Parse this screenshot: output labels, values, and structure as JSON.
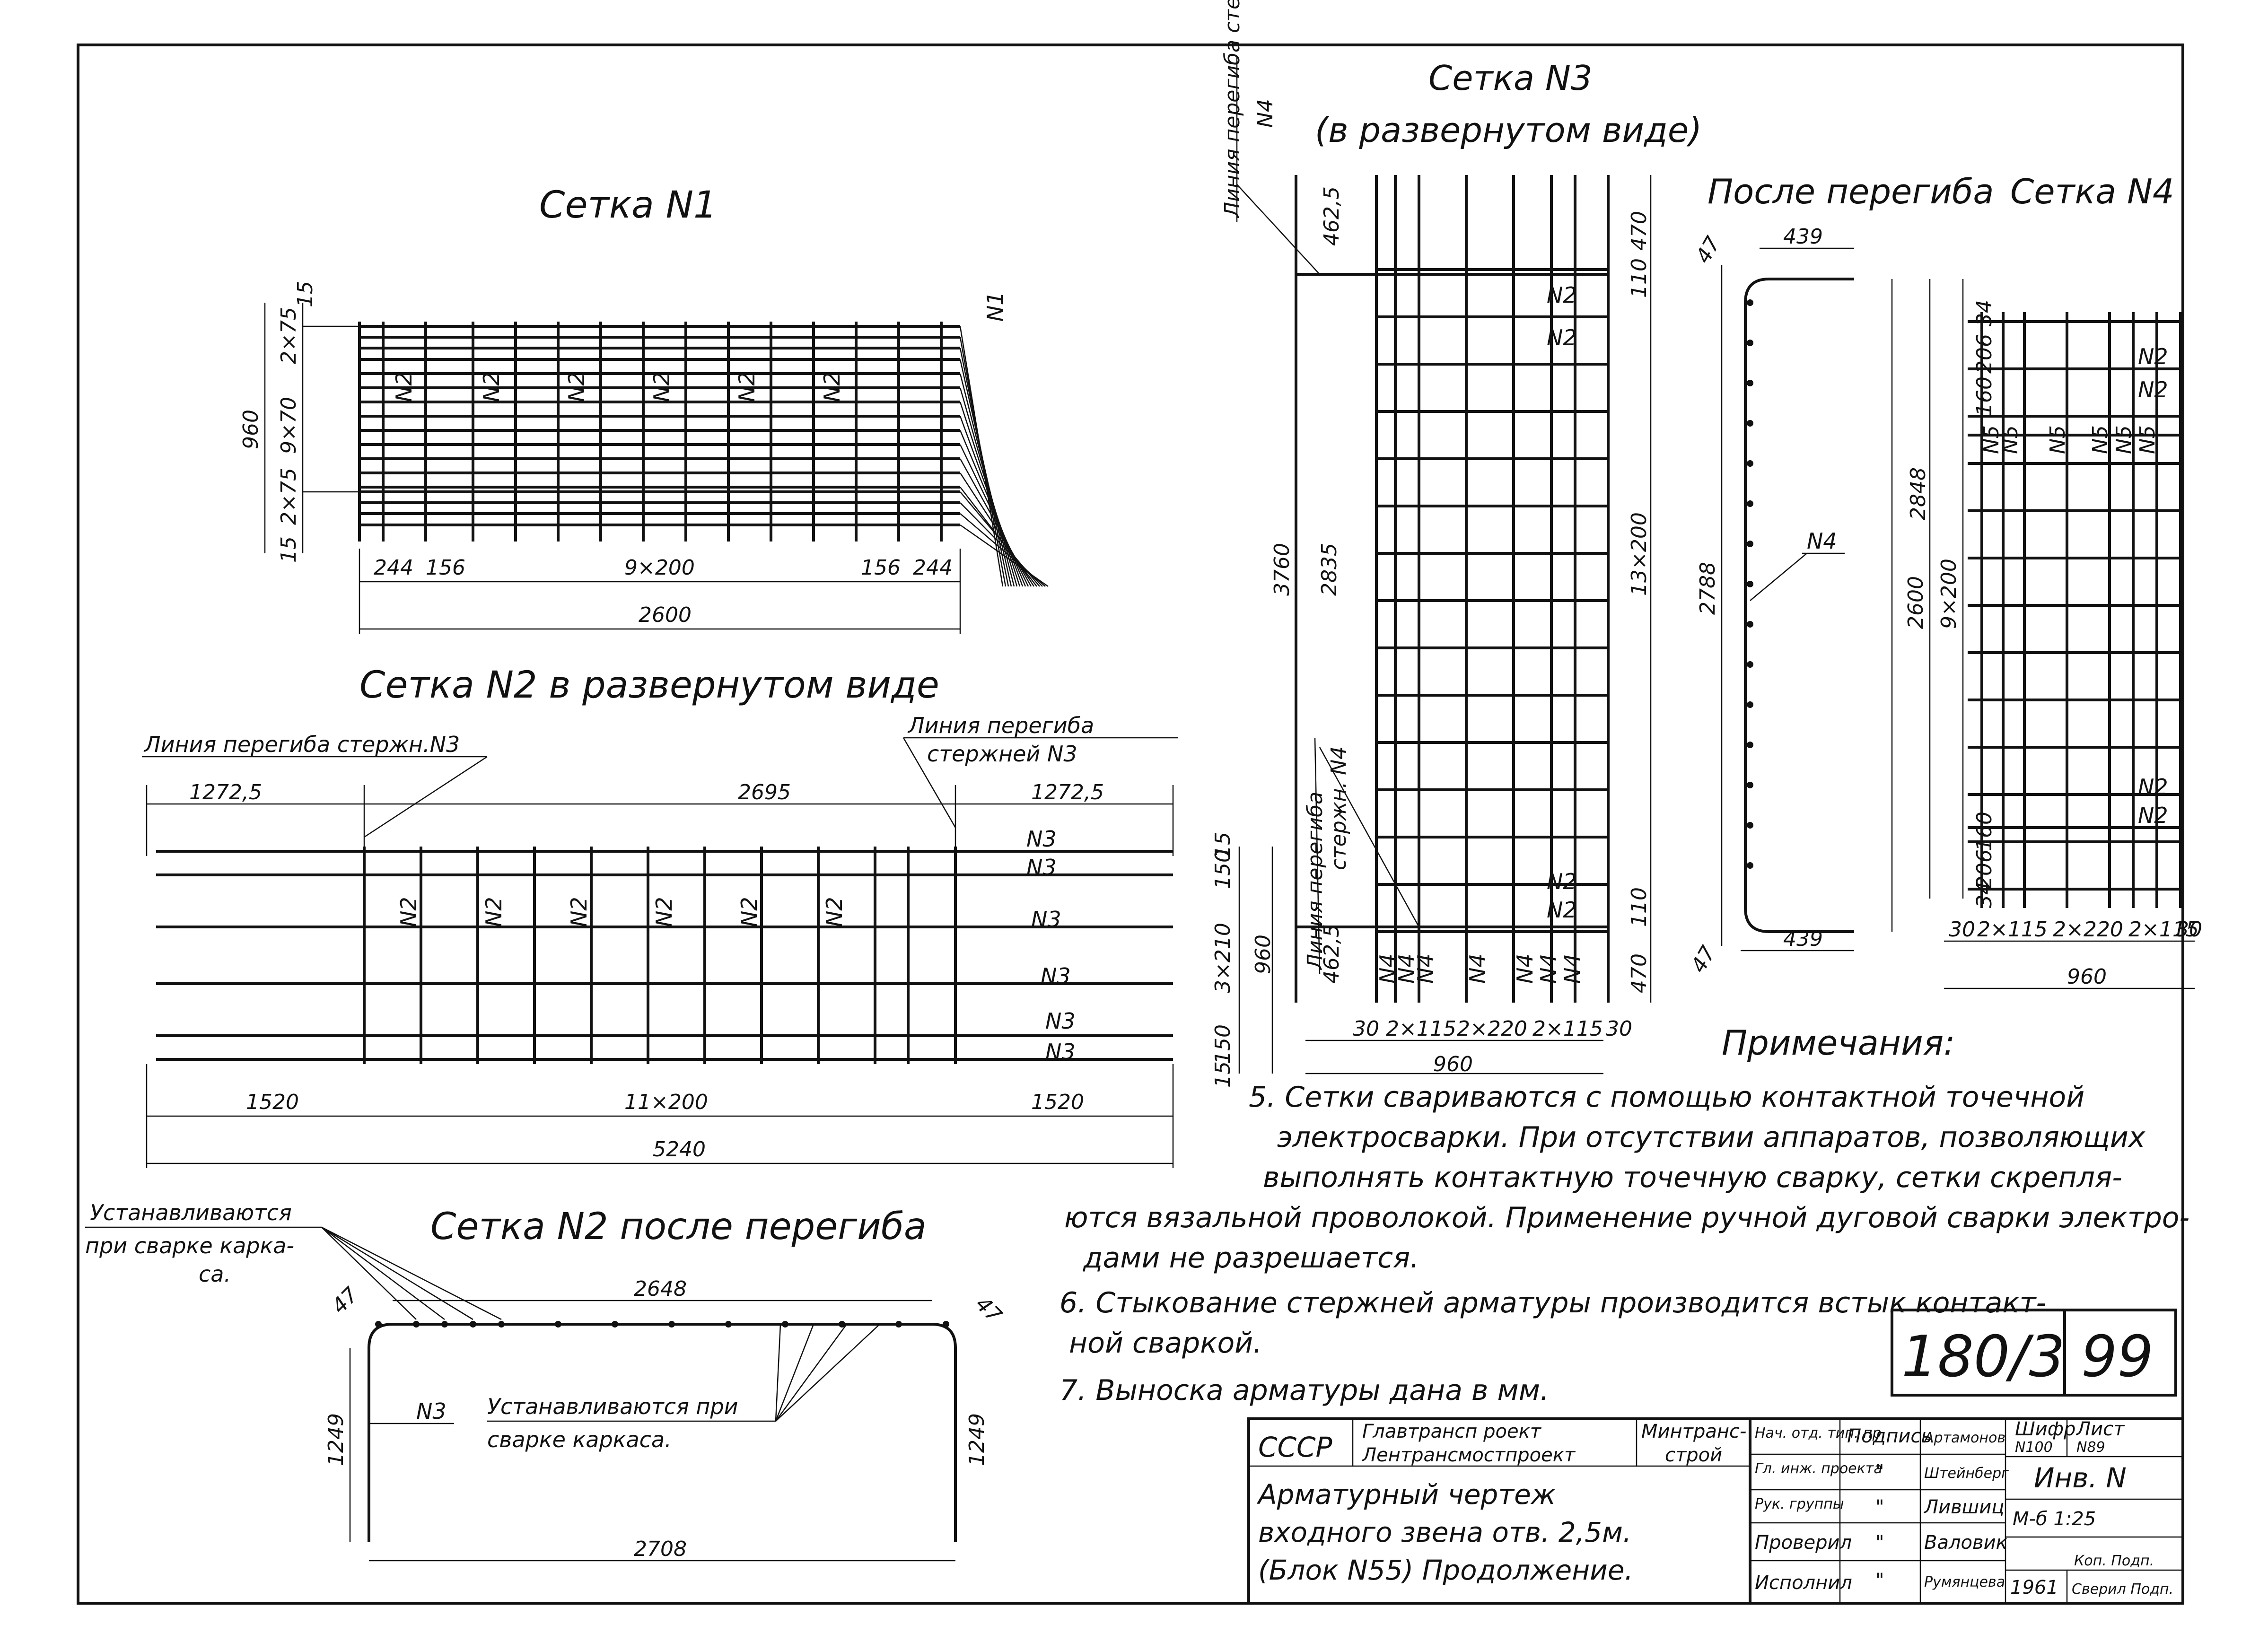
{
  "mesh1": {
    "title": "Сетка N1",
    "bar_label": "N2",
    "corner_label": "N1",
    "dim_960": "960",
    "dim_9x70": "9×70",
    "dim_2x75": "2×75",
    "dim_15": "15",
    "dim_244": "244",
    "dim_156": "156",
    "dim_9x200": "9×200",
    "dim_2600": "2600"
  },
  "mesh2_flat": {
    "title": "Сетка N2 в развернутом виде",
    "bend_line_left": "Линия перегиба стержн.N3",
    "bend_line_right_1": "Линия перегиба",
    "bend_line_right_2": "стержней N3",
    "dim_1272": "1272,5",
    "dim_2695": "2695",
    "dim_1520": "1520",
    "dim_11x200": "11×200",
    "dim_5240": "5240",
    "dim_960": "960",
    "dim_3x210": "3×210",
    "dim_150": "150",
    "dim_15": "15",
    "bar_n2": "N2",
    "bar_n3": "N3"
  },
  "mesh2_bent": {
    "title": "Сетка N2 после перегиба",
    "install_left_1": "Устанавливаются",
    "install_left_2": "при сварке карка-",
    "install_left_3": "са.",
    "install_mid_1": "Устанавливаются при",
    "install_mid_2": "сварке каркаса.",
    "bar_n3": "N3",
    "dim_2648": "2648",
    "dim_2708": "2708",
    "dim_1249": "1249",
    "dim_47": "47"
  },
  "mesh3": {
    "title_1": "Сетка N3",
    "title_2": "(в развернутом виде)",
    "bend_top_1": "Линия перегиба стержн.",
    "bend_top_2": "N4",
    "bend_bottom_1": "Линия перегиба",
    "bend_bottom_2": "стержн. N4",
    "dim_3760": "3760",
    "dim_2835": "2835",
    "dim_4625": "462,5",
    "dim_470": "470",
    "dim_110": "110",
    "dim_13x200": "13×200",
    "dim_30": "30",
    "dim_2x115": "2×115",
    "dim_2x220": "2×220",
    "dim_960": "960",
    "bar_n2": "N2",
    "bar_n4": "N4"
  },
  "after_bend": {
    "title": "После перегиба",
    "dim_439": "439",
    "dim_47": "47",
    "dim_2788": "2788",
    "dim_2848": "2848",
    "bar_n4": "N4"
  },
  "mesh4": {
    "title": "Сетка N4",
    "dim_34": "34",
    "dim_206": "206",
    "dim_160": "160",
    "dim_2600": "2600",
    "dim_9x200": "9×200",
    "dim_30": "30",
    "dim_2x115": "2×115",
    "dim_2x220": "2×220",
    "dim_960": "960",
    "bar_n2": "N2",
    "bar_n5": "N5"
  },
  "notes": {
    "heading": "Примечания:",
    "lines": [
      "5. Сетки свариваются с помощью контактной точечной",
      "электросварки. При отсутствии аппаратов, позволяющих",
      "выполнять контактную точечную сварку, сетки скрепля-",
      "ются вязальной проволокой. Применение ручной дуговой сварки электро-",
      "дами не разрешается.",
      "6. Стыкование стержней арматуры производится встык контакт-",
      "ной сваркой.",
      "7. Выноска арматуры дана в мм."
    ]
  },
  "stamp": {
    "number": "180/3",
    "sheet": "99"
  },
  "title_block": {
    "country": "СССР",
    "org_1": "Главтрансп роект",
    "org_2": "Лентрансмостпроект",
    "ministry_1": "Минтранс-",
    "ministry_2": "строй",
    "drawing_1": "Арматурный чертеж",
    "drawing_2": "входного звена отв. 2,5м.",
    "drawing_3": "(Блок N55) Продолжение.",
    "roles": [
      "Нач. отд. тип. пр.",
      "Гл. инж. проекта",
      "Рук. группы",
      "Проверил",
      "Исполнил"
    ],
    "signature_header": "Подпись",
    "signatures": [
      "\"",
      "\"",
      "\"",
      "\""
    ],
    "names": [
      "Артамонов",
      "Штейнберг",
      "Лившиц",
      "Валовик",
      "Румянцева"
    ],
    "code_label": "Шифр",
    "code_value": "N100",
    "sheet_label": "Лист",
    "sheet_value": "N89",
    "inv_label": "Инв. N",
    "scale": "М-б 1:25",
    "year": "1961",
    "copied": "Коп. Подп.",
    "checked": "Сверил Подп."
  }
}
